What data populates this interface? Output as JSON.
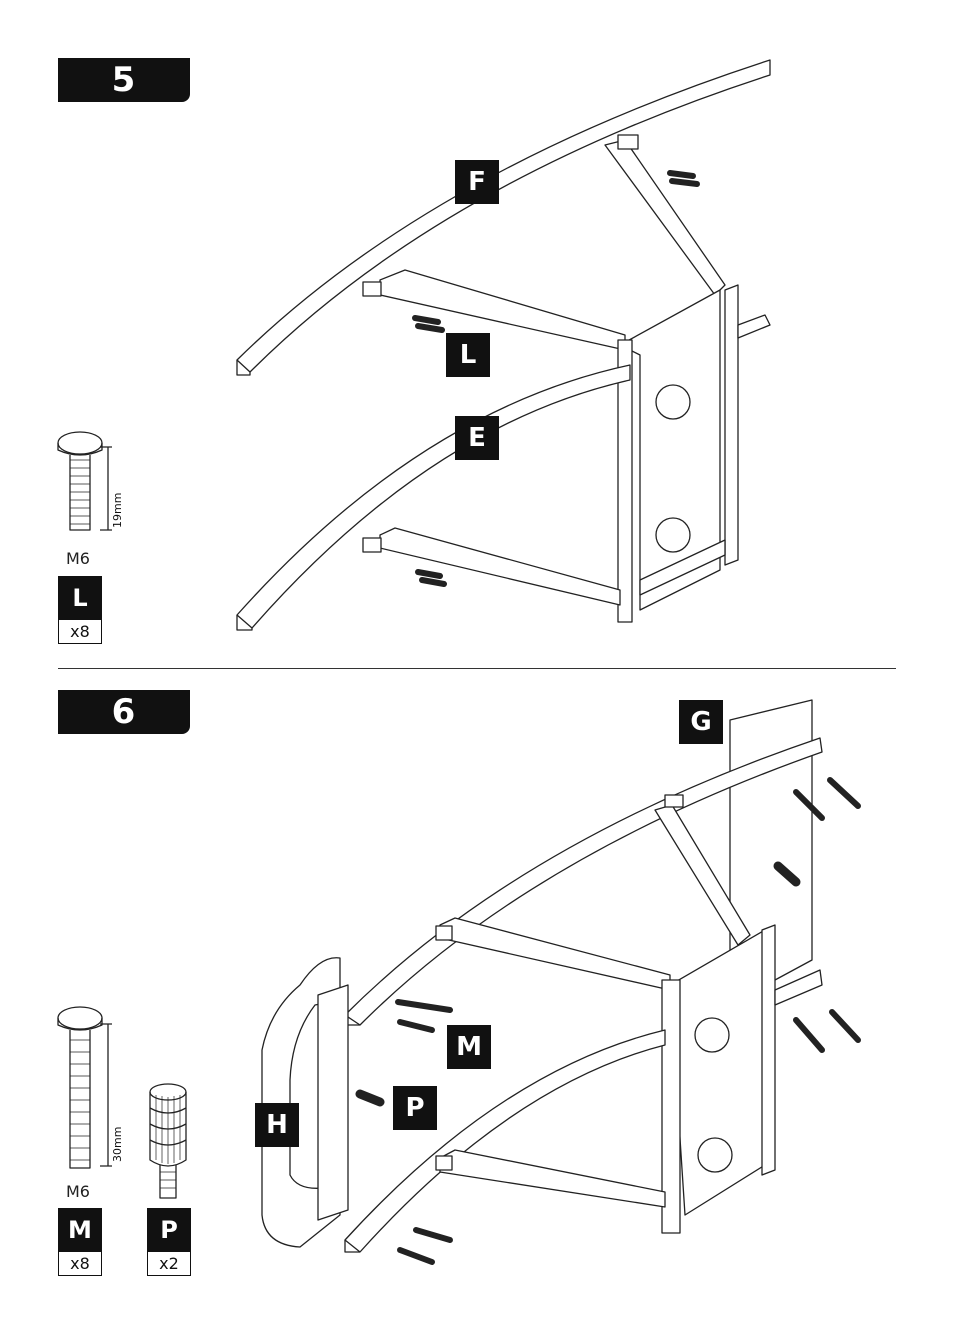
{
  "step5": {
    "number": "5",
    "callouts": {
      "F": "F",
      "L": "L",
      "E": "E"
    },
    "part": {
      "thread": "M6",
      "length": "19mm",
      "letter": "L",
      "qty": "x8"
    }
  },
  "step6": {
    "number": "6",
    "callouts": {
      "G": "G",
      "M": "M",
      "P": "P",
      "H": "H"
    },
    "part_m": {
      "thread": "M6",
      "length": "30mm",
      "letter": "M",
      "qty": "x8"
    },
    "part_p": {
      "letter": "P",
      "qty": "x2"
    }
  }
}
